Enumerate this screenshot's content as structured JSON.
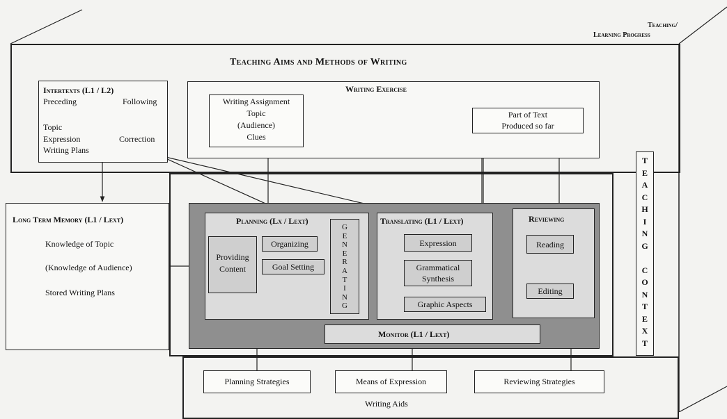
{
  "corner": {
    "line1": "Teaching/",
    "line2": "Learning Progress"
  },
  "main_title": "Teaching Aims and Methods of Writing",
  "intertexts": {
    "title": "Intertexts (L1 / L2)",
    "preceding": "Preceding",
    "following": "Following",
    "topic": "Topic",
    "expression": "Expression",
    "correction": "Correction",
    "plans": "Writing Plans"
  },
  "writing_exercise": {
    "title": "Writing Exercise"
  },
  "assignment": {
    "line1": "Writing Assignment",
    "line2": "Topic",
    "line3": "(Audience)",
    "line4": "Clues"
  },
  "part_of_text": {
    "line1": "Part of Text",
    "line2": "Produced so far"
  },
  "teaching_context": [
    "T",
    "E",
    "A",
    "C",
    "H",
    "I",
    "N",
    "G",
    "",
    "C",
    "O",
    "N",
    "T",
    "E",
    "X",
    "T"
  ],
  "ltm": {
    "title": "Long Term Memory (L1 / Lext)",
    "item1": "Knowledge of Topic",
    "item2": "(Knowledge of Audience)",
    "item3": "Stored Writing Plans"
  },
  "planning": {
    "title": "Planning (Lx / Lext)",
    "providing_l1": "Providing",
    "providing_l2": "Content",
    "organizing": "Organizing",
    "goal_setting": "Goal Setting",
    "generating": [
      "G",
      "E",
      "N",
      "E",
      "R",
      "A",
      "T",
      "I",
      "N",
      "G"
    ]
  },
  "translating": {
    "title": "Translating (L1 / Lext)",
    "expression": "Expression",
    "grammatical_l1": "Grammatical",
    "grammatical_l2": "Synthesis",
    "graphic": "Graphic Aspects"
  },
  "reviewing": {
    "title": "Reviewing",
    "reading": "Reading",
    "editing": "Editing"
  },
  "monitor": {
    "title": "Monitor (L1 / Lext)"
  },
  "bottom": {
    "planning_strategies": "Planning Strategies",
    "means_of_expression": "Means of Expression",
    "reviewing_strategies": "Reviewing Strategies",
    "writing_aids": "Writing Aids"
  }
}
